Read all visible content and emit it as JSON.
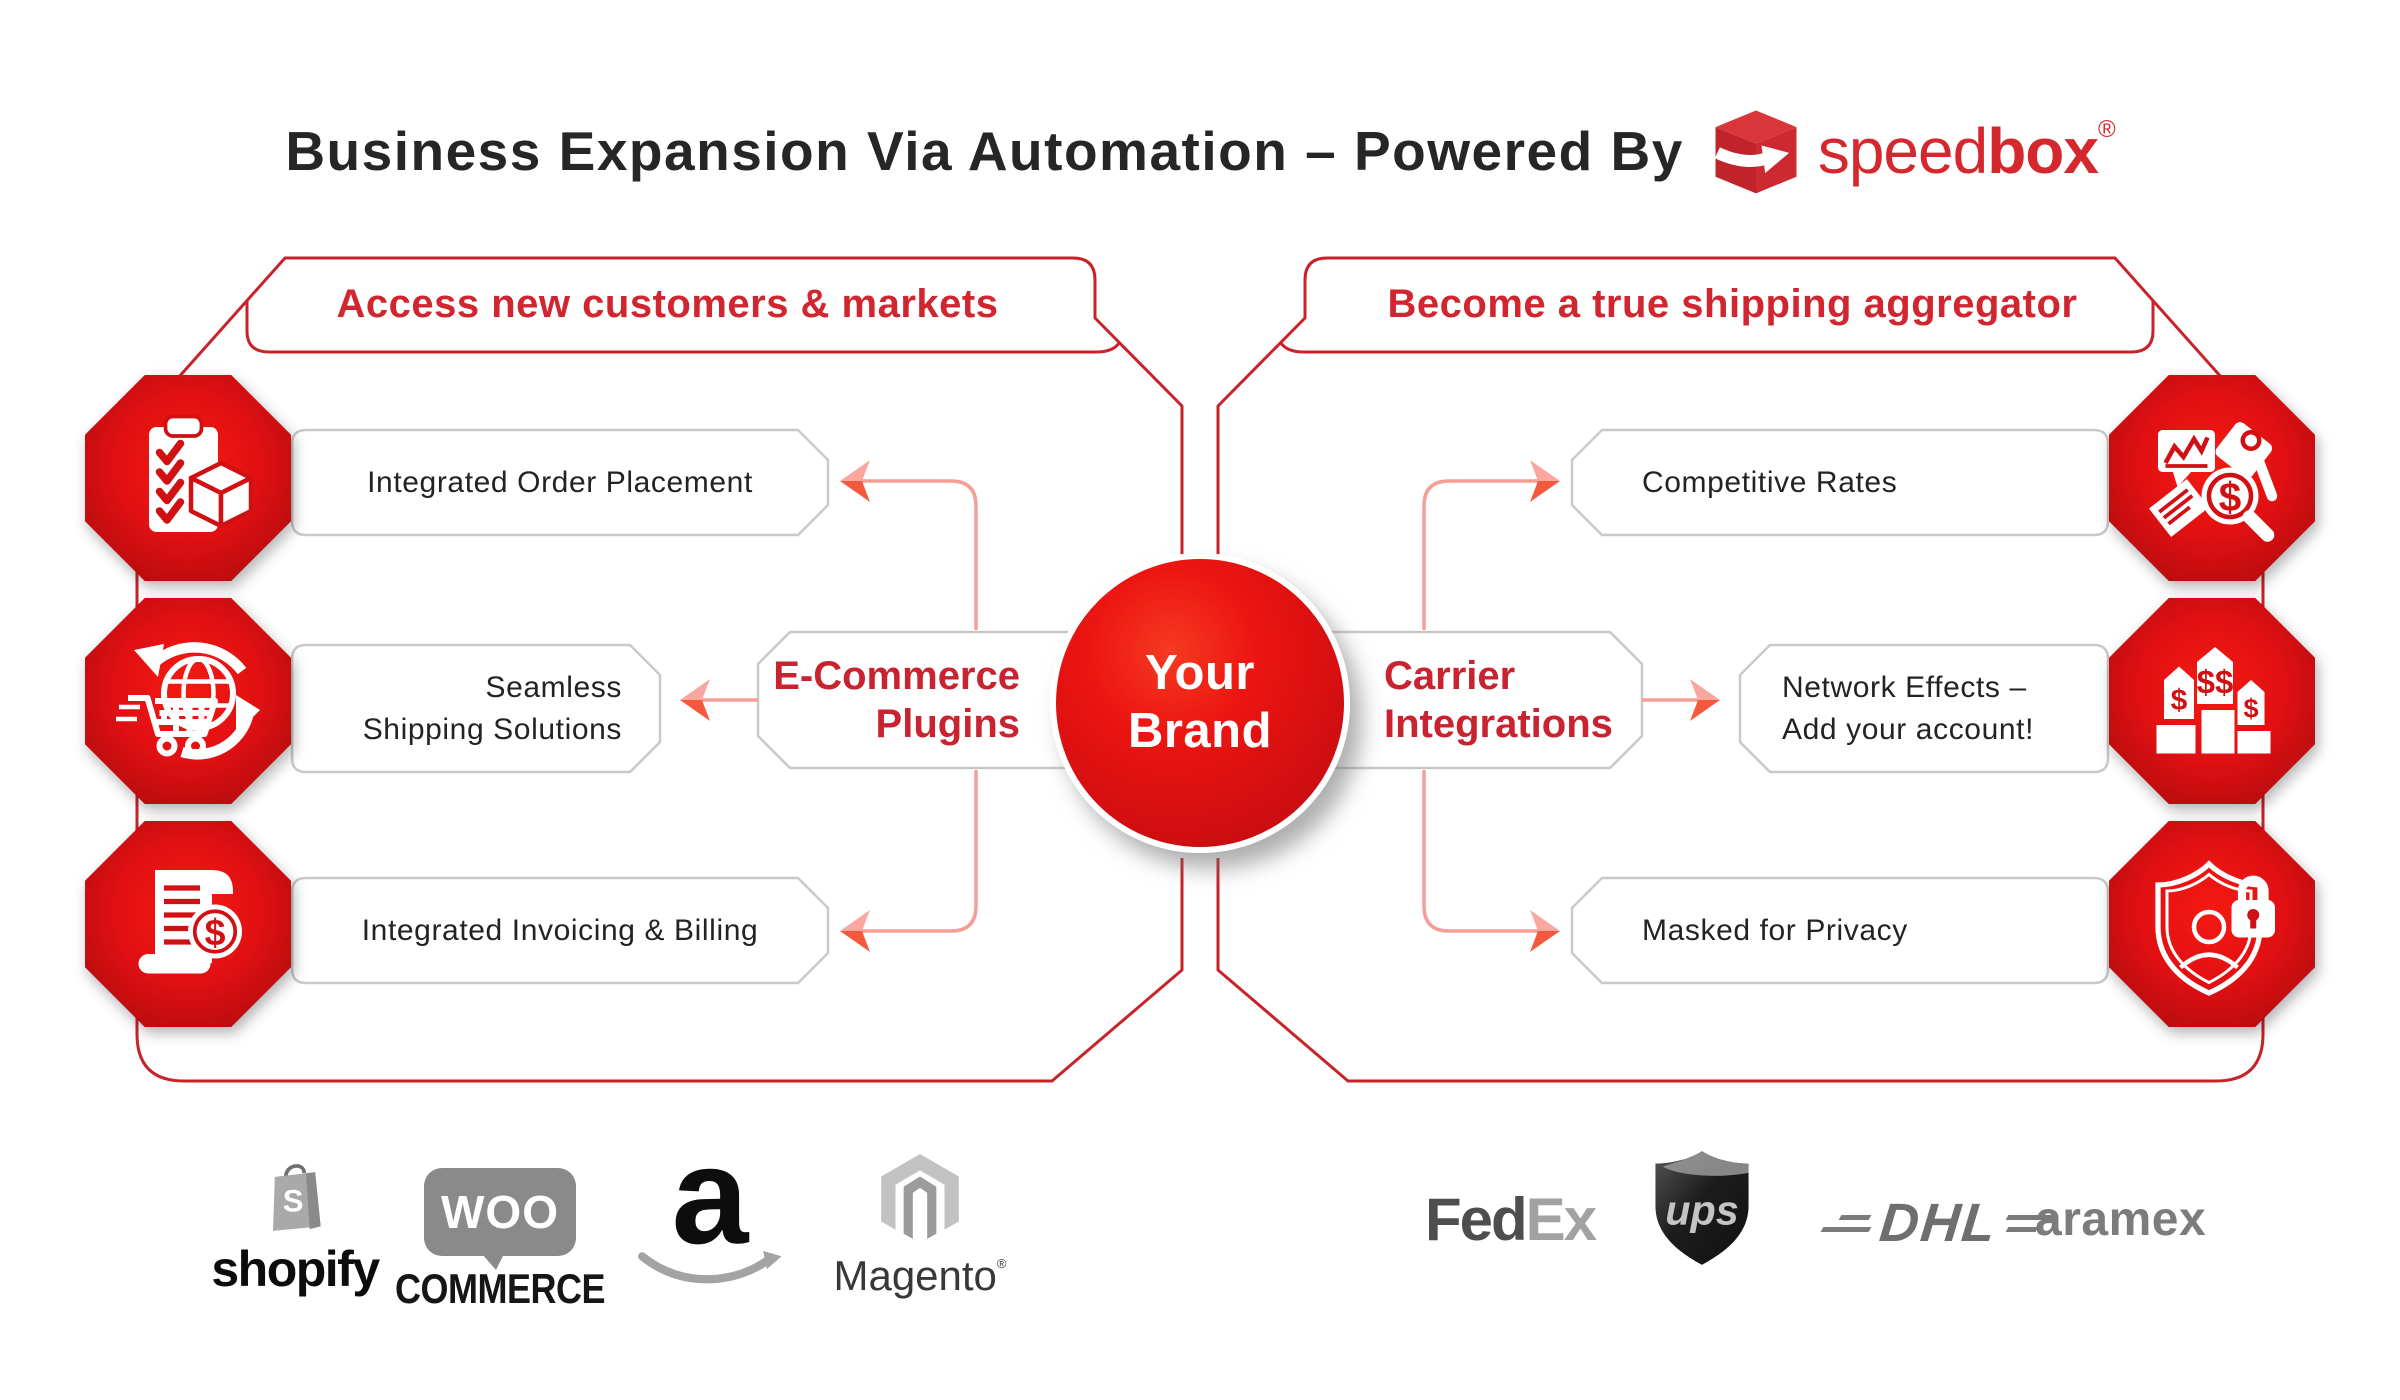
{
  "title": {
    "text": "Business Expansion Via Automation – Powered By",
    "brand_speed": "speed",
    "brand_box": "box",
    "brand_reg": "®"
  },
  "headers": {
    "left": "Access new customers & markets",
    "right": "Become a true shipping aggregator"
  },
  "center": {
    "circle": [
      "Your",
      "Brand"
    ],
    "left_hub": [
      "E-Commerce",
      "Plugins"
    ],
    "right_hub": [
      "Carrier",
      "Integrations"
    ]
  },
  "left_items": [
    {
      "label": [
        "Integrated Order Placement"
      ],
      "icon": "clipboard-checklist-box-icon"
    },
    {
      "label": [
        "Seamless",
        "Shipping Solutions"
      ],
      "icon": "globe-cart-icon"
    },
    {
      "label": [
        "Integrated Invoicing & Billing"
      ],
      "icon": "invoice-dollar-icon"
    }
  ],
  "right_items": [
    {
      "label": [
        "Competitive Rates"
      ],
      "icon": "rates-analysis-icon"
    },
    {
      "label": [
        "Network Effects –",
        "Add your account!"
      ],
      "icon": "pricing-podium-icon"
    },
    {
      "label": [
        "Masked for Privacy"
      ],
      "icon": "privacy-shield-icon"
    }
  ],
  "partners": {
    "ecommerce": [
      {
        "name": "shopify",
        "letter": "S",
        "wordmark": "shopify"
      },
      {
        "name": "woocommerce",
        "bubble": "WOO",
        "wordmark": "COMMERCE"
      },
      {
        "name": "amazon",
        "letter": "a"
      },
      {
        "name": "magento",
        "wordmark": "Magento",
        "reg": "®"
      }
    ],
    "carriers": [
      {
        "name": "fedex",
        "part1": "Fed",
        "part2": "Ex"
      },
      {
        "name": "ups",
        "wordmark": "ups"
      },
      {
        "name": "dhl",
        "wordmark": "DHL"
      },
      {
        "name": "aramex",
        "wordmark": "aramex"
      }
    ]
  },
  "colors": {
    "brand_red": "#d4282e",
    "line_red": "#c9232a",
    "header_text_red": "#d1252f",
    "salmon_line": "#f59e96",
    "arrow_light": "#f9a79f",
    "arrow_vivid": "#f4583d",
    "box_border": "#c9c9c9",
    "text_dark": "#232323"
  }
}
